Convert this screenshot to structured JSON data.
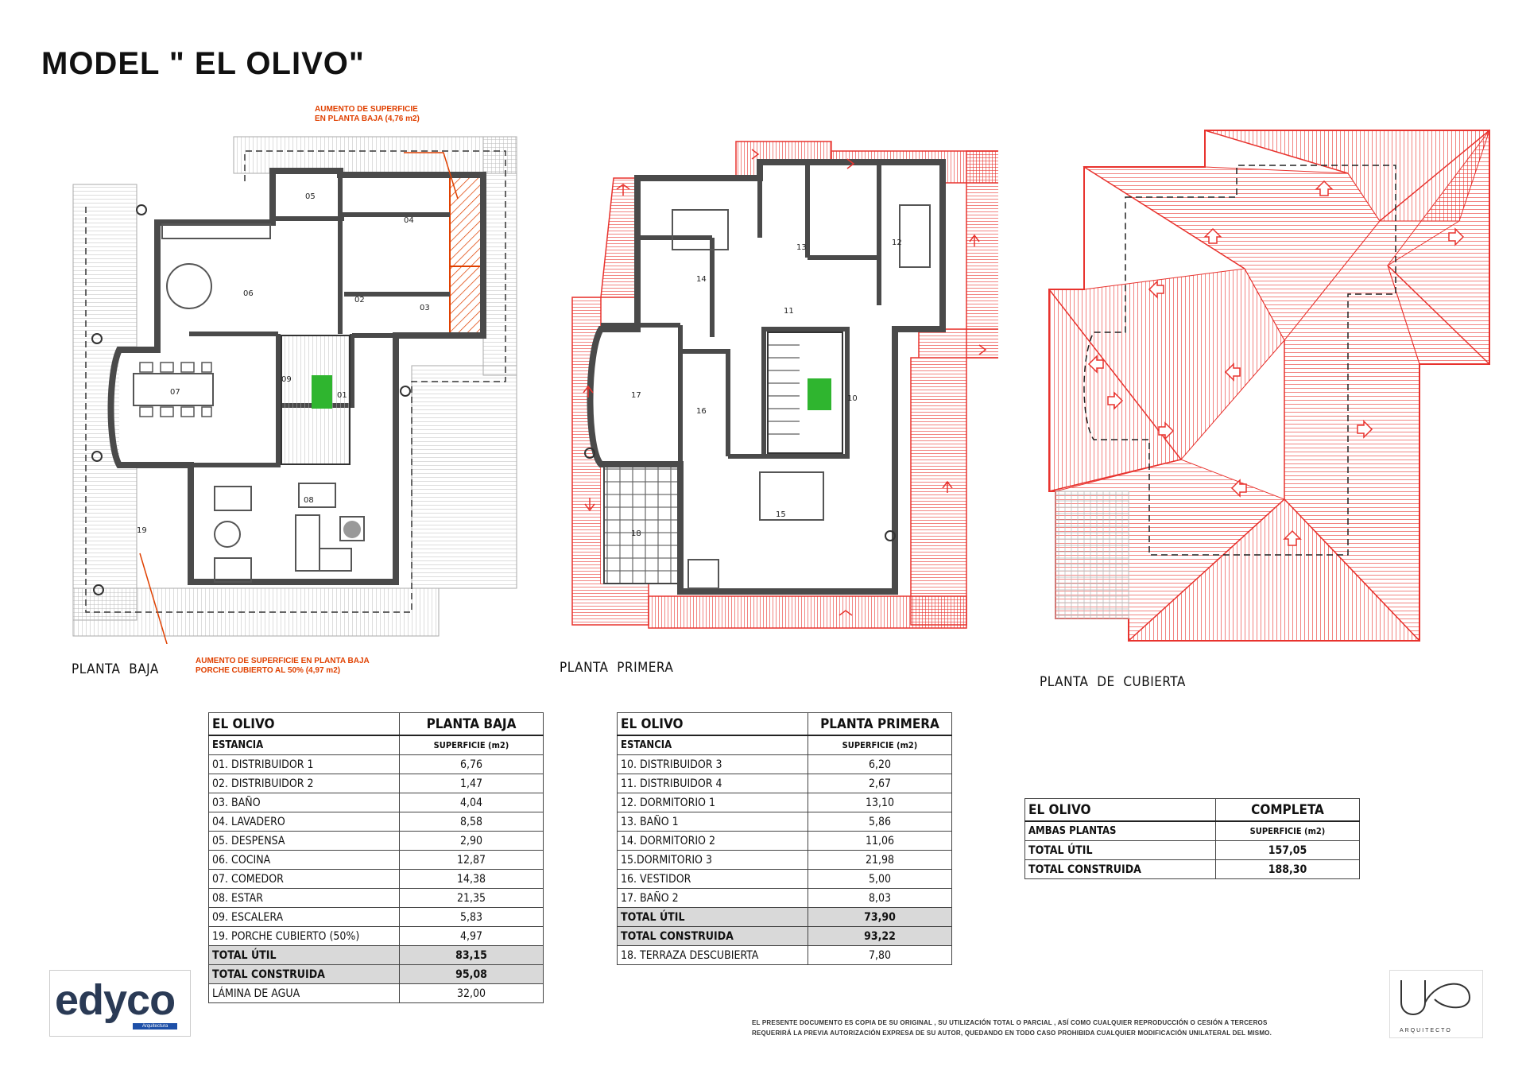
{
  "title": "MODEL \" EL OLIVO\"",
  "colors": {
    "roof": "#e8332e",
    "wall": "#4a4a4a",
    "note": "#e04000",
    "brand": "#1d3d8a"
  },
  "plans": {
    "baja": {
      "label": "PLANTA  BAJA",
      "note_top": [
        "AUMENTO DE SUPERFICIE",
        "EN PLANTA BAJA (4,76 m2)"
      ],
      "note_bottom": [
        "AUMENTO DE SUPERFICIE EN PLANTA BAJA",
        "PORCHE CUBIERTO AL 50% (4,97 m2)"
      ],
      "rooms": [
        "01",
        "02",
        "03",
        "04",
        "05",
        "06",
        "07",
        "08",
        "09",
        "19"
      ]
    },
    "primera": {
      "label": "PLANTA  PRIMERA",
      "rooms": [
        "10",
        "11",
        "12",
        "13",
        "14",
        "15",
        "16",
        "17",
        "18"
      ]
    },
    "cubierta": {
      "label": "PLANTA  DE  CUBIERTA"
    }
  },
  "table_baja": {
    "header": [
      "EL OLIVO",
      "PLANTA BAJA"
    ],
    "subheader": [
      "ESTANCIA",
      "SUPERFICIE (m2)"
    ],
    "rows": [
      [
        "01. DISTRIBUIDOR 1",
        "6,76"
      ],
      [
        "02. DISTRIBUIDOR 2",
        "1,47"
      ],
      [
        "03. BAÑO",
        "4,04"
      ],
      [
        "04. LAVADERO",
        "8,58"
      ],
      [
        "05. DESPENSA",
        "2,90"
      ],
      [
        "06. COCINA",
        "12,87"
      ],
      [
        "07. COMEDOR",
        "14,38"
      ],
      [
        "08. ESTAR",
        "21,35"
      ],
      [
        "09. ESCALERA",
        "5,83"
      ],
      [
        "19. PORCHE CUBIERTO (50%)",
        "4,97"
      ]
    ],
    "total_util": [
      "TOTAL ÚTIL",
      "83,15"
    ],
    "total_construida": [
      "TOTAL CONSTRUIDA",
      "95,08"
    ],
    "extra": [
      "LÁMINA DE AGUA",
      "32,00"
    ]
  },
  "table_primera": {
    "header": [
      "EL OLIVO",
      "PLANTA PRIMERA"
    ],
    "subheader": [
      "ESTANCIA",
      "SUPERFICIE (m2)"
    ],
    "rows": [
      [
        "10. DISTRIBUIDOR 3",
        "6,20"
      ],
      [
        "11. DISTRIBUIDOR 4",
        "2,67"
      ],
      [
        "12. DORMITORIO 1",
        "13,10"
      ],
      [
        "13. BAÑO 1",
        "5,86"
      ],
      [
        "14. DORMITORIO 2",
        "11,06"
      ],
      [
        "15.DORMITORIO 3",
        "21,98"
      ],
      [
        "16. VESTIDOR",
        "5,00"
      ],
      [
        "17. BAÑO 2",
        "8,03"
      ]
    ],
    "total_util": [
      "TOTAL ÚTIL",
      "73,90"
    ],
    "total_construida": [
      "TOTAL CONSTRUIDA",
      "93,22"
    ],
    "extra": [
      "18. TERRAZA DESCUBIERTA",
      "7,80"
    ]
  },
  "table_completa": {
    "header": [
      "EL OLIVO",
      "COMPLETA"
    ],
    "subheader": [
      "AMBAS PLANTAS",
      "SUPERFICIE (m2)"
    ],
    "total_util": [
      "TOTAL ÚTIL",
      "157,05"
    ],
    "total_construida": [
      "TOTAL CONSTRUIDA",
      "188,30"
    ]
  },
  "disclaimer": [
    "EL PRESENTE DOCUMENTO ES COPIA DE SU ORIGINAL , SU UTILIZACIÓN TOTAL O PARCIAL , ASÍ COMO CUALQUIER REPRODUCCIÓN O CESIÓN A TERCEROS",
    "REQUERIRÁ LA PREVIA AUTORIZACIÓN EXPRESA DE SU AUTOR, QUEDANDO EN TODO CASO PROHIBIDA CUALQUIER MODIFICACIÓN UNILATERAL DEL MISMO."
  ],
  "logos": {
    "edyco": "edyco",
    "edyco_tag": "Arquitectura",
    "arquitecto": "ARQUITECTO"
  }
}
